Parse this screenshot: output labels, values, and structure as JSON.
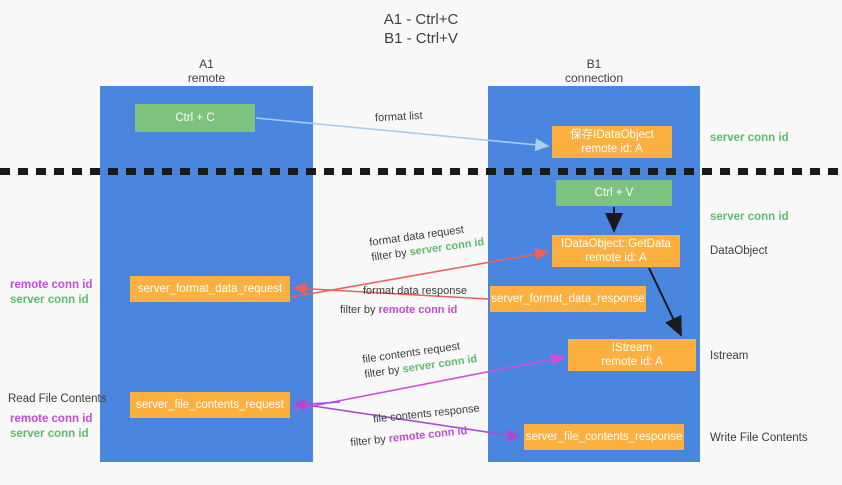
{
  "title": {
    "line1": "A1 - Ctrl+C",
    "line2": "B1 - Ctrl+V"
  },
  "columns": [
    {
      "name": "A1",
      "role": "remote"
    },
    {
      "name": "B1",
      "role": "connection"
    }
  ],
  "boxes": {
    "ctrl_c": {
      "label": "Ctrl + C",
      "color": "#7dc27f"
    },
    "ctrl_v": {
      "label": "Ctrl + V",
      "color": "#7dc27f"
    },
    "save_idataobject": {
      "label": "保存IDataObject",
      "sub": "remote id: A",
      "color": "#fbb040"
    },
    "getdata": {
      "label": "IDataObject::GetData",
      "sub": "remote id: A",
      "color": "#fbb040"
    },
    "istream": {
      "label": "IStream",
      "sub": "remote id: A",
      "color": "#fbb040"
    },
    "server_format_data_request": {
      "label": "server_format_data_request",
      "color": "#fbb040"
    },
    "server_format_data_response": {
      "label": "server_format_data_response",
      "color": "#fbb040"
    },
    "server_file_contents_request": {
      "label": "server_file_contents_request",
      "color": "#fbb040"
    },
    "server_file_contents_response": {
      "label": "server_file_contents_response",
      "color": "#fbb040"
    }
  },
  "edge_labels": {
    "format_list": "format list",
    "format_data_request": "format data request",
    "format_data_request_filter_prefix": "filter by ",
    "format_data_request_filter_value": "server conn id",
    "format_data_response": "format data response",
    "format_data_response_filter_prefix": "filter by ",
    "format_data_response_filter_value": "remote conn id",
    "file_contents_request": "file contents request",
    "file_contents_request_filter_prefix": "filter by ",
    "file_contents_request_filter_value": "server conn id",
    "file_contents_response": "file contents response",
    "file_contents_response_filter_prefix": "filter by ",
    "file_contents_response_filter_value": "remote conn id"
  },
  "right_labels": {
    "server_conn_id_top": "server conn id",
    "server_conn_id_mid": "server conn id",
    "dataobject": "DataObject",
    "istream": "Istream",
    "write_file_contents": "Write File Contents"
  },
  "left_labels": {
    "remote_conn_id_1": "remote conn id",
    "server_conn_id_1": "server conn id",
    "read_file_contents": "Read File Contents",
    "remote_conn_id_2": "remote conn id",
    "server_conn_id_2": "server conn id"
  },
  "colors": {
    "panel_blue": "#4a86e0",
    "box_green": "#7dc27f",
    "box_orange": "#fbb040",
    "arrow_lightblue": "#a8cdef",
    "arrow_red": "#e8635c",
    "arrow_magenta": "#d14fd8",
    "arrow_purple": "#a64dd0",
    "arrow_black": "#1a1a1a",
    "text_green": "#5bbd6b",
    "text_purple": "#c24bd8",
    "background": "#f8f8f8"
  }
}
